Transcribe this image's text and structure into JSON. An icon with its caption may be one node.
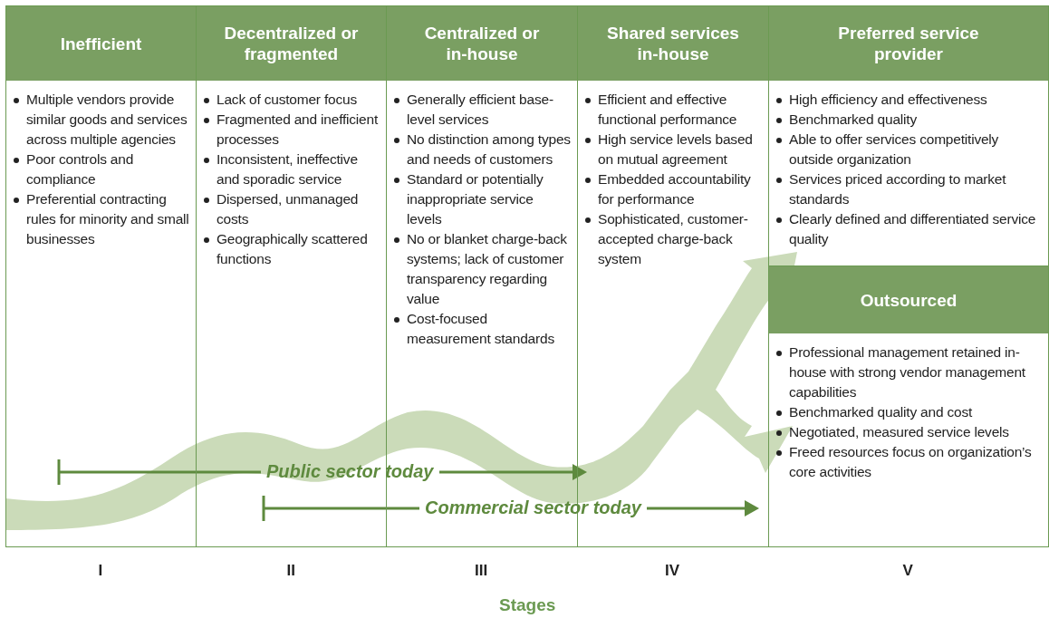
{
  "diagram": {
    "nodes": [
      {
        "text": [
          "Inefficient",
          "Multiple vendors provide similar goods and services across multiple agencies",
          "Poor controls and compliance",
          "Preferential contracting rules for minority and small businesses"
        ]
      },
      {
        "text": [
          "Decentralized or fragmented",
          "Lack of customer focus",
          "Fragmented and inefficient processes",
          "Inconsistent, ineffective and sporadic service",
          "Dispersed, unmanaged costs",
          "Geographically scattered functions"
        ]
      },
      {
        "text": [
          "Centralized or in-house",
          "Generally efficient base-level services",
          "No distinction among types and needs of customers",
          "Standard or potentially inappropriate service levels",
          "No or blanket charge-back systems; lack of customer transparency regarding value",
          "Cost-focused measurement standards"
        ]
      },
      {
        "text": [
          "Shared services in-house",
          "Efficient and effective functional performance",
          "High service levels based on mutual agreement",
          "Embedded accountability for performance",
          "Sophisticated, customer-accepted charge-back system"
        ]
      },
      {
        "text": [
          "Preferred service provider",
          "High efficiency and effectiveness",
          "Benchmarked quality",
          "Able to offer services competitively outside organization",
          "Services priced according to market standards",
          "Clearly defined and differentiated service quality"
        ]
      },
      {
        "text": [
          "Outsourced",
          "Professional management retained in-house with strong vendor management capabilities",
          "Benchmarked quality and cost",
          "Negotiated, measured service levels",
          "Freed resources focus on organization’s core activities"
        ]
      }
    ],
    "labels": [
      "Public sector today",
      "Commercial sector today",
      "I",
      "II",
      "III",
      "IV",
      "V",
      "Stages"
    ]
  }
}
